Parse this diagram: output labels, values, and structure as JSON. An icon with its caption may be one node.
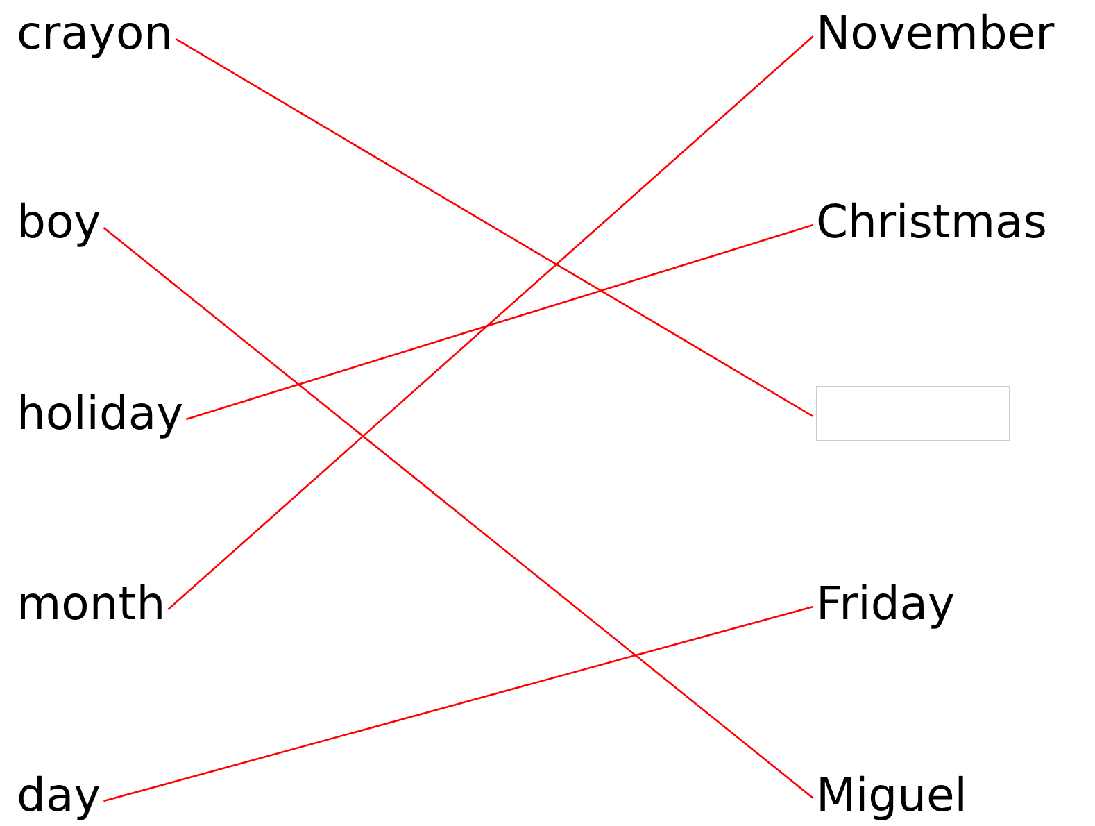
{
  "diagram": {
    "nodes": [
      {
        "text": [
          "crayon"
        ]
      },
      {
        "text": [
          "boy"
        ]
      },
      {
        "text": [
          "holiday"
        ]
      },
      {
        "text": [
          "month"
        ]
      },
      {
        "text": [
          "day"
        ]
      },
      {
        "text": [
          "November"
        ]
      },
      {
        "text": [
          "Christmas"
        ]
      },
      {
        "text": [],
        "shape": "box"
      },
      {
        "text": [
          "Friday"
        ]
      },
      {
        "text": [
          "Miguel"
        ]
      }
    ],
    "edges": [
      {
        "from": 0,
        "to": 7,
        "arrow": "none"
      },
      {
        "from": 1,
        "to": 9,
        "arrow": "none"
      },
      {
        "from": 2,
        "to": 6,
        "arrow": "none"
      },
      {
        "from": 3,
        "to": 5,
        "arrow": "none"
      },
      {
        "from": 4,
        "to": 8,
        "arrow": "none"
      }
    ]
  }
}
